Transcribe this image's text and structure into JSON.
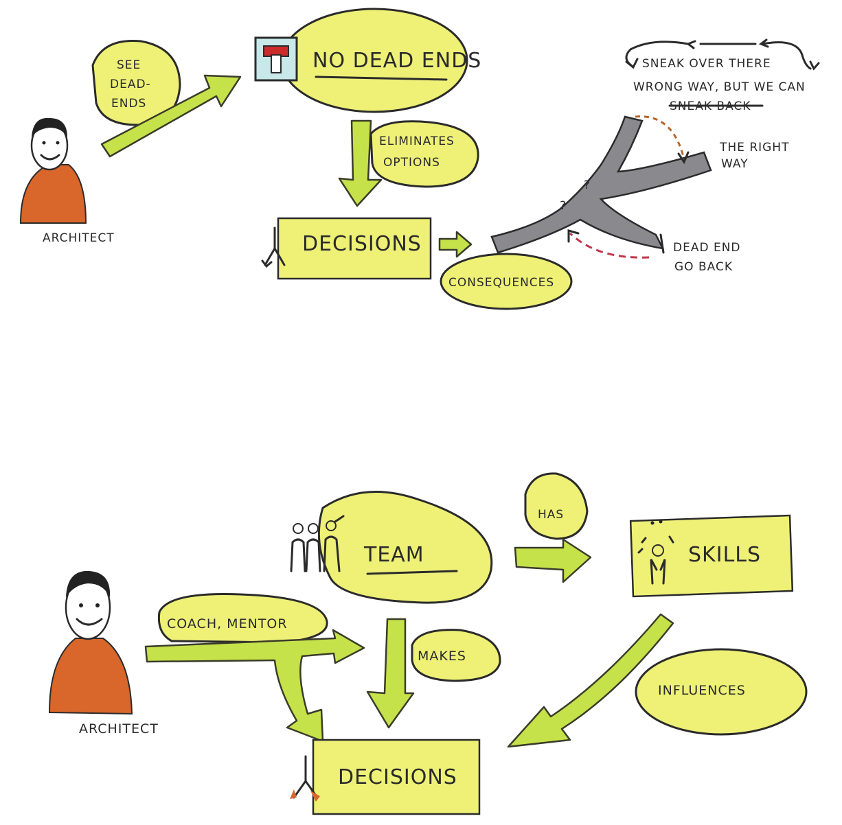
{
  "top": {
    "architect_label": "ARCHITECT",
    "see_dead_ends": [
      "SEE",
      "DEAD-",
      "ENDS"
    ],
    "no_dead_ends": "NO DEAD ENDS",
    "eliminates_options": [
      "ELIMINATES",
      "OPTIONS"
    ],
    "decisions": "DECISIONS",
    "consequences": "CONSEQUENCES",
    "sneak_over_there": "SNEAK OVER THERE",
    "wrong_way": "WRONG WAY, BUT WE CAN",
    "sneak_back": "SNEAK BACK",
    "right_way": [
      "THE RIGHT",
      "WAY"
    ],
    "dead_end": [
      "DEAD END",
      "GO BACK"
    ],
    "question_mark": "?"
  },
  "bottom": {
    "architect_label": "ARCHITECT",
    "team": "TEAM",
    "has": "HAS",
    "skills": "SKILLS",
    "coach_mentor": "COACH, MENTOR",
    "makes": "MAKES",
    "influences": "INFLUENCES",
    "decisions": "DECISIONS"
  },
  "colors": {
    "highlight": "#eef176",
    "arrow": "#c5e24a",
    "shirt": "#d9662a",
    "road": "#8a8a8e",
    "sign": "#c8e8ea",
    "sign_red": "#cc2b2b"
  },
  "icons": [
    "architect-figure",
    "dead-end-sign-icon",
    "fork-decision-icon",
    "team-people-icon",
    "skills-person-icon",
    "branching-road-icon"
  ]
}
